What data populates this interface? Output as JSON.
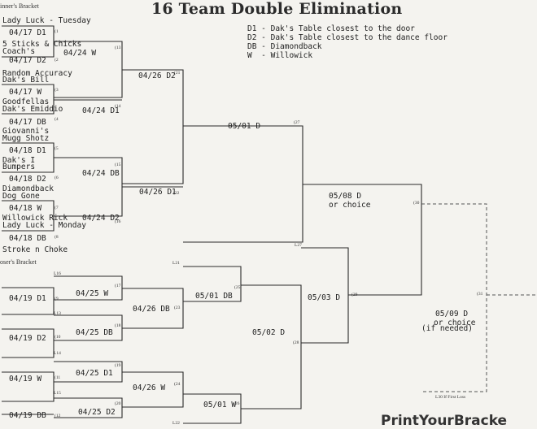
{
  "title": "16 Team Double Elimination",
  "sections": {
    "winners": "inner's Bracket",
    "losers": "oser's Bracket"
  },
  "legend": [
    "D1 - Dak's Table closest to the door",
    "D2 - Dak's Table closest to the dance floor",
    "DB - Diamondback",
    "W  - Willowick"
  ],
  "teams": [
    "Lady Luck - Tuesday",
    "5 Sticks & Chicks",
    "Coach's",
    "Random Accuracy",
    "Dak's Bill",
    "Goodfellas",
    "Dak's Emiddio",
    "Giovanni's",
    "Mugg Shotz",
    "Dak's I",
    "Bumpers",
    "Diamondback",
    "Dog Gone",
    "Willowick Rick",
    "Lady Luck - Monday",
    "Stroke n Choke"
  ],
  "w1": [
    {
      "date": "04/17 D1",
      "num": "(1"
    },
    {
      "date": "04/17 D2",
      "num": "(2"
    },
    {
      "date": "04/17 W",
      "num": "(3"
    },
    {
      "date": "04/17 DB",
      "num": "(4"
    },
    {
      "date": "04/18 D1",
      "num": "(5"
    },
    {
      "date": "04/18 D2",
      "num": "(6"
    },
    {
      "date": "04/18 W",
      "num": "(7"
    },
    {
      "date": "04/18 DB",
      "num": "(8"
    }
  ],
  "w2": [
    {
      "date": "04/24 W",
      "num": "(13"
    },
    {
      "date": "04/24 D1",
      "num": "(14"
    },
    {
      "date": "04/24 DB",
      "num": "(15"
    },
    {
      "date": "04/24 D2",
      "num": "(16"
    }
  ],
  "w3": [
    {
      "date": "04/26 D2",
      "num": "(21"
    },
    {
      "date": "04/26 D1",
      "num": "(22"
    }
  ],
  "w4": {
    "date": "05/01   D",
    "num": "(27"
  },
  "final": {
    "line1": "05/08 D",
    "line2": "or choice",
    "num": "(30"
  },
  "ifneeded": {
    "line1": "05/09 D",
    "line2": "or choice",
    "line3": "(if needed)",
    "num": "(31",
    "note": "L30 If First Loss"
  },
  "l1": [
    {
      "date": "04/19 D1",
      "num": "(9"
    },
    {
      "date": "04/19 D2",
      "num": "(10"
    },
    {
      "date": "04/19 W",
      "num": "(11"
    },
    {
      "date": "04/19 DB",
      "num": "(12"
    }
  ],
  "l2": [
    {
      "date": "04/25 W",
      "num": "(17",
      "drop": "L16"
    },
    {
      "date": "04/25 DB",
      "num": "(18",
      "drop": "L13"
    },
    {
      "date": "04/25 D1",
      "num": "(19",
      "drop": "L14"
    },
    {
      "date": "04/25 D2",
      "num": "(20",
      "drop": "L15"
    }
  ],
  "l3": [
    {
      "date": "04/26  DB",
      "num": "(23"
    },
    {
      "date": "04/26  W",
      "num": "(24"
    }
  ],
  "l4": [
    {
      "date": "05/01  DB",
      "num": "(25",
      "drop": "L21"
    },
    {
      "date": "05/01 W",
      "num": "(26",
      "drop": "L22"
    }
  ],
  "l5": {
    "date": "05/02  D",
    "num": "(28"
  },
  "l6": {
    "date": "05/03 D",
    "num": "(29",
    "drop": "L27"
  }
}
